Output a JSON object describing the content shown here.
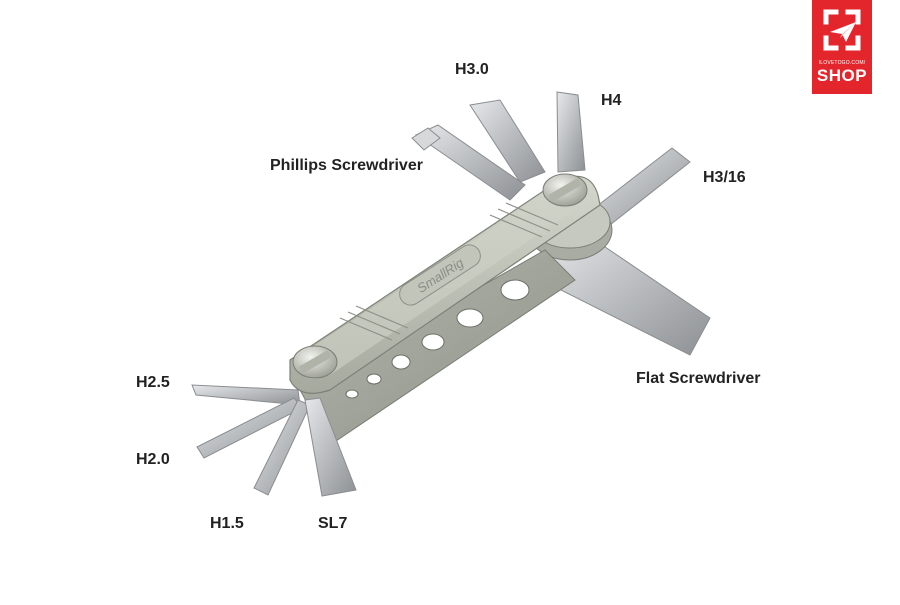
{
  "product": {
    "brand_engraving": "SmallRig"
  },
  "labels": {
    "h3_0": "H3.0",
    "h4": "H4",
    "phillips": "Phillips Screwdriver",
    "h3_16": "H3/16",
    "flat": "Flat Screwdriver",
    "h2_5": "H2.5",
    "h2_0": "H2.0",
    "h1_5": "H1.5",
    "sl7": "SL7"
  },
  "logo": {
    "site": "ILOVETOGO.COM/",
    "text": "SHOP",
    "color": "#e3262c",
    "icon": "paper-plane-icon"
  },
  "colors": {
    "background": "#ffffff",
    "label_text": "#222222",
    "tool_body": "#c2c6ba",
    "tool_steel": "#c8cacc"
  }
}
